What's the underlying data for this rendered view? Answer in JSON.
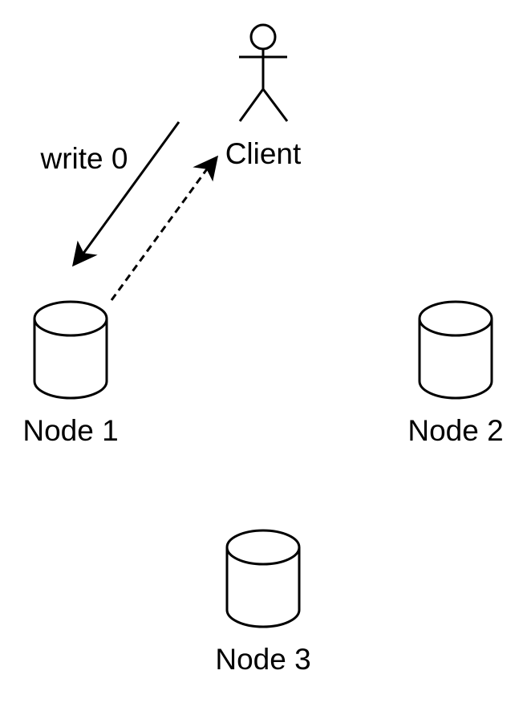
{
  "diagram": {
    "actor": {
      "label": "Client",
      "icon": "stick-figure-actor"
    },
    "nodes": [
      {
        "label": "Node 1",
        "icon": "database-cylinder"
      },
      {
        "label": "Node 2",
        "icon": "database-cylinder"
      },
      {
        "label": "Node 3",
        "icon": "database-cylinder"
      }
    ],
    "edges": [
      {
        "from": "Client",
        "to": "Node 1",
        "label": "write 0",
        "style": "solid"
      },
      {
        "from": "Node 1",
        "to": "Client",
        "label": "",
        "style": "dashed"
      }
    ],
    "colors": {
      "stroke": "#000000",
      "background": "#ffffff"
    }
  }
}
